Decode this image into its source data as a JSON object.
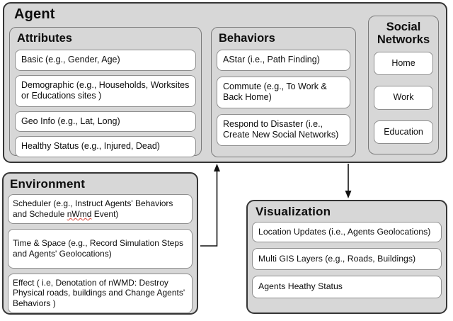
{
  "diagram": {
    "agent": {
      "title": "Agent",
      "attributes": {
        "title": "Attributes",
        "items": [
          "Basic (e.g., Gender, Age)",
          "Demographic (e.g., Households, Worksites or Educations sites )",
          "Geo Info (e.g., Lat, Long)",
          "Healthy Status (e.g., Injured, Dead)"
        ]
      },
      "behaviors": {
        "title": "Behaviors",
        "items": [
          "AStar (i.e., Path Finding)",
          "Commute (e.g., To Work & Back Home)",
          "Respond to Disaster (i.e., Create New Social Networks)"
        ]
      },
      "social_networks": {
        "title": "Social Networks",
        "items": [
          "Home",
          "Work",
          "Education"
        ]
      }
    },
    "environment": {
      "title": "Environment",
      "scheduler_item": {
        "prefix": "Scheduler (e.g., Instruct Agents' Behaviors and Schedule ",
        "highlight": "nWmd",
        "suffix": " Event)"
      },
      "items": [
        "Time & Space (e.g., Record Simulation Steps and Agents' Geolocations)",
        "Effect ( i.e, Denotation of nWMD: Destroy Physical roads, buildings and Change Agents' Behaviors )"
      ]
    },
    "visualization": {
      "title": "Visualization",
      "items": [
        "Location Updates (i.e., Agents Geolocations)",
        "Multi GIS Layers (e.g., Roads, Buildings)",
        "Agents Heathy Status"
      ]
    },
    "colors": {
      "panel_fill": "#d7d7d7",
      "panel_border": "#353535",
      "group_border": "#7a7a7a",
      "item_fill": "#ffffff",
      "item_border": "#8e8e8e",
      "arrow": "#111111",
      "spellcheck_underline": "#e04b3f"
    }
  }
}
